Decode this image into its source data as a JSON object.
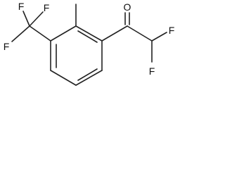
{
  "atoms": [
    {
      "id": "F1",
      "label": "F"
    },
    {
      "id": "F2",
      "label": "F"
    },
    {
      "id": "F3",
      "label": "F"
    },
    {
      "id": "O",
      "label": "O"
    },
    {
      "id": "F4",
      "label": "F"
    },
    {
      "id": "F5",
      "label": "F"
    }
  ]
}
